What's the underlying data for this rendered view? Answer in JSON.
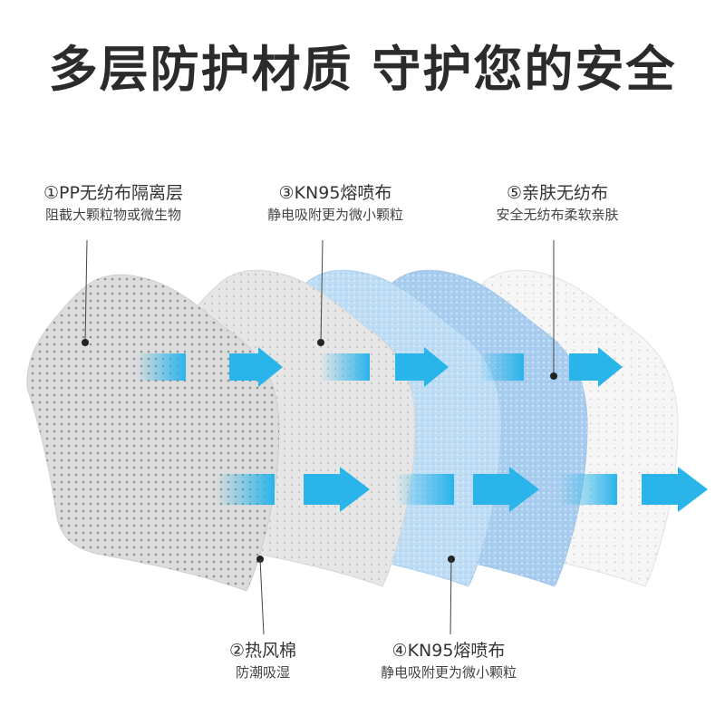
{
  "headline": "多层防护材质 守护您的安全",
  "layers": [
    {
      "title": "①PP无纺布隔离层",
      "subtitle": "阻截大颗粒物或微生物"
    },
    {
      "title": "②热风棉",
      "subtitle": "防潮吸湿"
    },
    {
      "title": "③KN95熔喷布",
      "subtitle": "静电吸附更为微小颗粒"
    },
    {
      "title": "④KN95熔喷布",
      "subtitle": "静电吸附更为微小颗粒"
    },
    {
      "title": "⑤亲肤无纺布",
      "subtitle": "安全无纺布柔软亲肤"
    }
  ],
  "colors": {
    "arrow": "#29b4ea",
    "layer1": "#d9d9d9",
    "layer2": "#e8e8e8",
    "layer3": "#bcdcf4",
    "layer4": "#a9cdee",
    "layer5": "#f4f4f4",
    "text": "#333333"
  },
  "icons": [
    "flow-arrow-icon",
    "pointer-dot-icon"
  ]
}
